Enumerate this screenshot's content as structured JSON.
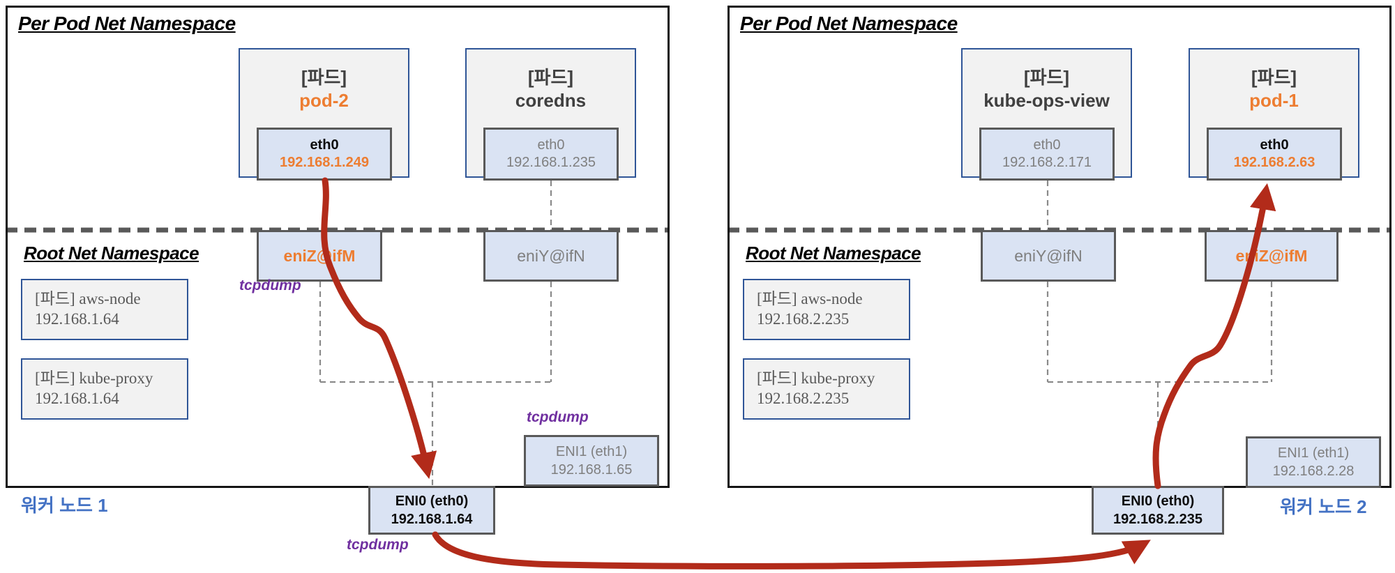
{
  "node1": {
    "per_pod_title": "Per Pod  Net Namespace",
    "root_title": "Root Net Namespace",
    "worker_label": "워커 노드 1",
    "pod_a": {
      "tag": "[파드]",
      "name": "pod-2",
      "iface": "eth0",
      "ip": "192.168.1.249"
    },
    "pod_b": {
      "tag": "[파드]",
      "name": "coredns",
      "iface": "eth0",
      "ip": "192.168.1.235"
    },
    "veth_a": {
      "label": "eniZ@ifM"
    },
    "veth_b": {
      "label": "eniY@ifN"
    },
    "aws_node": {
      "label": "[파드] aws-node",
      "ip": "192.168.1.64"
    },
    "kube_proxy": {
      "label": "[파드] kube-proxy",
      "ip": "192.168.1.64"
    },
    "eni0": {
      "label": "ENI0 (eth0)",
      "ip": "192.168.1.64"
    },
    "eni1": {
      "label": "ENI1 (eth1)",
      "ip": "192.168.1.65"
    },
    "tcpdump_veth": "tcpdump",
    "tcpdump_eni1": "tcpdump",
    "tcpdump_eni0": "tcpdump"
  },
  "node2": {
    "per_pod_title": "Per Pod  Net Namespace",
    "root_title": "Root Net Namespace",
    "worker_label": "워커 노드 2",
    "pod_a": {
      "tag": "[파드]",
      "name": "kube-ops-view",
      "iface": "eth0",
      "ip": "192.168.2.171"
    },
    "pod_b": {
      "tag": "[파드]",
      "name": "pod-1",
      "iface": "eth0",
      "ip": "192.168.2.63"
    },
    "veth_a": {
      "label": "eniY@ifN"
    },
    "veth_b": {
      "label": "eniZ@ifM"
    },
    "aws_node": {
      "label": "[파드] aws-node",
      "ip": "192.168.2.235"
    },
    "kube_proxy": {
      "label": "[파드] kube-proxy",
      "ip": "192.168.2.235"
    },
    "eni0": {
      "label": "ENI0 (eth0)",
      "ip": "192.168.2.235"
    },
    "eni1": {
      "label": "ENI1 (eth1)",
      "ip": "192.168.2.28"
    }
  },
  "colors": {
    "flow_arrow_red": "#b22b1a",
    "pod_border_blue": "#2f5597",
    "box_fill_gray": "#f2f2f2",
    "iface_fill_blue": "#dae3f3",
    "iface_border_gray": "#595959",
    "accent_orange": "#ed7d31",
    "muted_text_gray": "#7f7f7f",
    "tcpdump_purple": "#7030a0",
    "worker_label_blue": "#4472c4"
  }
}
